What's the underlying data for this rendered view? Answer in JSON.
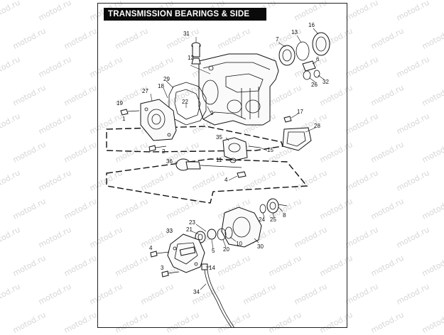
{
  "title": "TRANSMISSION BEARINGS & SIDE COVERS",
  "watermark": "motod.ru",
  "callouts": {
    "c1": "1",
    "c2": "2",
    "c3": "3",
    "c4a": "4",
    "c4b": "4",
    "c5": "5",
    "c6": "6",
    "c7": "7",
    "c8": "8",
    "c9": "9",
    "c10": "10",
    "c11": "11",
    "c12": "12",
    "c13": "13",
    "c14": "14",
    "c15": "15",
    "c16": "16",
    "c17": "17",
    "c18": "18",
    "c19": "19",
    "c20": "20",
    "c21": "21",
    "c22": "22",
    "c23": "23",
    "c24": "24",
    "c25": "25",
    "c26": "26",
    "c27": "27",
    "c28": "28",
    "c29": "29",
    "c30": "30",
    "c31": "31",
    "c32": "32",
    "c33": "33",
    "c34": "34",
    "c35": "35",
    "c36": "36"
  }
}
